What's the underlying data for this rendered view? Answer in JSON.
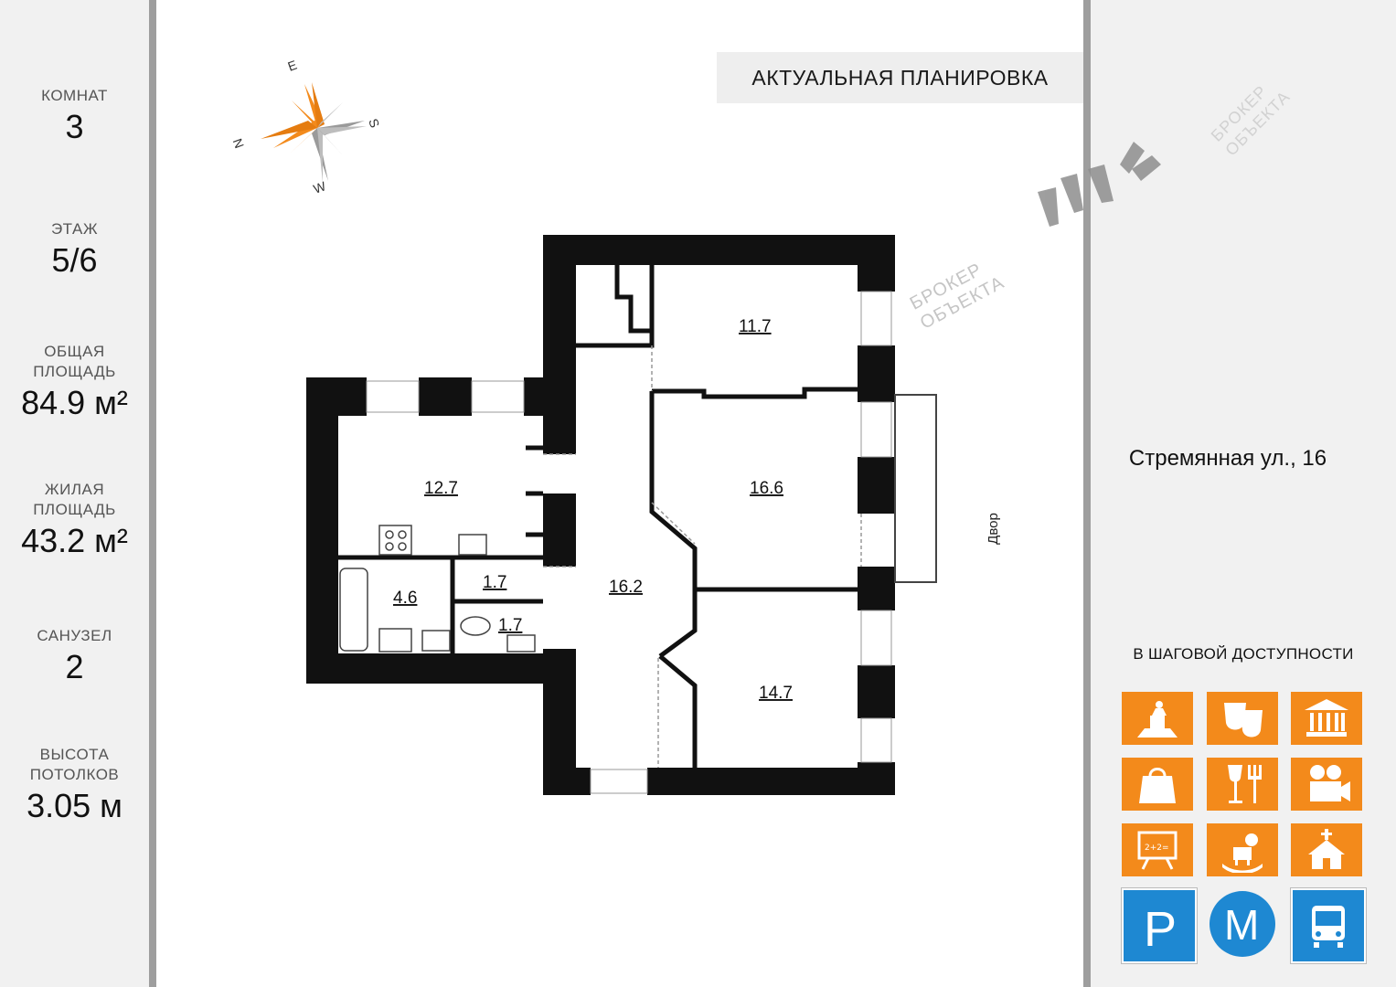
{
  "stats": [
    {
      "label": "КОМНАТ",
      "value": "3"
    },
    {
      "label": "ЭТАЖ",
      "value": "5/6"
    },
    {
      "label": "ОБЩАЯ\nПЛОЩАДЬ",
      "value": "84.9 м²"
    },
    {
      "label": "ЖИЛАЯ\nПЛОЩАДЬ",
      "value": "43.2 м²"
    },
    {
      "label": "САНУЗЕЛ",
      "value": "2"
    },
    {
      "label": "ВЫСОТА\nПОТОЛКОВ",
      "value": "3.05 м"
    }
  ],
  "plan_title": "АКТУАЛЬНАЯ ПЛАНИРОВКА",
  "address": "Стремянная ул., 16",
  "walking_title": "В ШАГОВОЙ ДОСТУПНОСТИ",
  "compass": {
    "e": "E",
    "s": "S",
    "n": "N",
    "w": "W"
  },
  "courtyard": "Двор",
  "watermark": "БРОКЕР ОБЪЕКТА",
  "rooms": {
    "r1": "11.7",
    "r2": "12.7",
    "r3": "16.6",
    "r4": "16.2",
    "r5": "4.6",
    "r6": "1.7",
    "r7": "1.7",
    "r8": "14.7"
  },
  "amenities": [
    "monument-icon",
    "theatre-icon",
    "museum-icon",
    "shopping-icon",
    "restaurant-icon",
    "cinema-icon",
    "school-icon",
    "kindergarten-icon",
    "church-icon"
  ],
  "signs": [
    "parking-sign",
    "metro-sign",
    "bus-sign"
  ],
  "colors": {
    "accent": "#f38a1b",
    "sign_blue": "#1e88d2",
    "panel": "#f1f1f1",
    "wall": "#111111"
  }
}
